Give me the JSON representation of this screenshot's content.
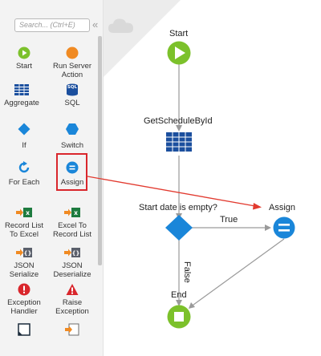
{
  "toolbox": {
    "search_placeholder": "Search... (Ctrl+E)",
    "collapse_glyph": "«",
    "items": [
      {
        "label": "Start",
        "icon": "start-icon"
      },
      {
        "label": "Run Server Action",
        "icon": "run-server-action-icon"
      },
      {
        "label": "Aggregate",
        "icon": "aggregate-icon"
      },
      {
        "label": "SQL",
        "icon": "sql-icon"
      },
      {
        "label": "If",
        "icon": "if-icon"
      },
      {
        "label": "Switch",
        "icon": "switch-icon"
      },
      {
        "label": "For Each",
        "icon": "for-each-icon"
      },
      {
        "label": "Assign",
        "icon": "assign-icon"
      },
      {
        "label": "Record List To Excel",
        "icon": "record-list-to-excel-icon"
      },
      {
        "label": "Excel To Record List",
        "icon": "excel-to-record-list-icon"
      },
      {
        "label": "JSON Serialize",
        "icon": "json-serialize-icon"
      },
      {
        "label": "JSON Deserialize",
        "icon": "json-deserialize-icon"
      },
      {
        "label": "Exception Handler",
        "icon": "exception-handler-icon"
      },
      {
        "label": "Raise Exception",
        "icon": "raise-exception-icon"
      },
      {
        "label": "",
        "icon": "comment-icon"
      },
      {
        "label": "",
        "icon": "destination-icon"
      }
    ]
  },
  "flow": {
    "start_label": "Start",
    "aggregate_label": "GetScheduleById",
    "if_label": "Start date is empty?",
    "true_label": "True",
    "false_label": "False",
    "assign_label": "Assign",
    "end_label": "End"
  },
  "colors": {
    "green": "#7cc12b",
    "blue": "#1a86d9",
    "orange": "#f08a22",
    "red_highlight": "#d9262c",
    "dark_blue": "#1b4f9e"
  }
}
